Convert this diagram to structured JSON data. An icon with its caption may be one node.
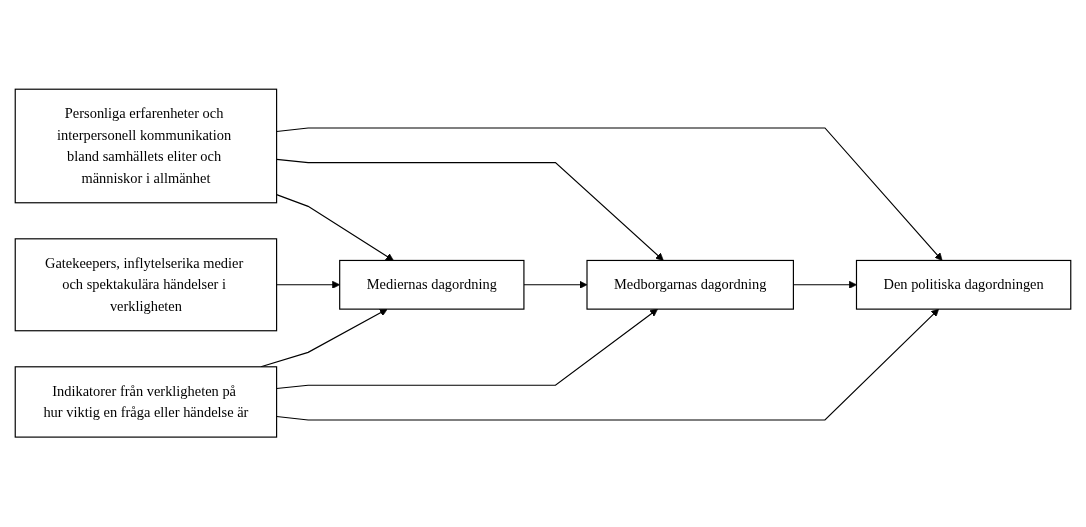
{
  "diagram": {
    "nodes": [
      {
        "text": [
          "Personliga erfarenheter och interpersonell kommunikation bland samhällets eliter och människor i allmänhet"
        ]
      },
      {
        "text": [
          "Gatekeepers, inflytelserika medier och spektakulära händelser i verkligheten"
        ]
      },
      {
        "text": [
          "Mediernas dagordning"
        ]
      },
      {
        "text": [
          "Medborgarnas dagordning"
        ]
      },
      {
        "text": [
          "Den politiska dagordningen"
        ]
      },
      {
        "text": [
          "Indikatorer från verkligheten på hur viktig en fråga eller händelse är"
        ]
      }
    ],
    "edges": [
      {
        "from": 0,
        "to": 2,
        "arrow": "to"
      },
      {
        "from": 0,
        "to": 3,
        "arrow": "to"
      },
      {
        "from": 0,
        "to": 4,
        "arrow": "to"
      },
      {
        "from": 1,
        "to": 2,
        "arrow": "to"
      },
      {
        "from": 2,
        "to": 3,
        "arrow": "to"
      },
      {
        "from": 3,
        "to": 4,
        "arrow": "to"
      },
      {
        "from": 5,
        "to": 2,
        "arrow": "to"
      },
      {
        "from": 5,
        "to": 3,
        "arrow": "to"
      },
      {
        "from": 5,
        "to": 4,
        "arrow": "to"
      }
    ]
  }
}
